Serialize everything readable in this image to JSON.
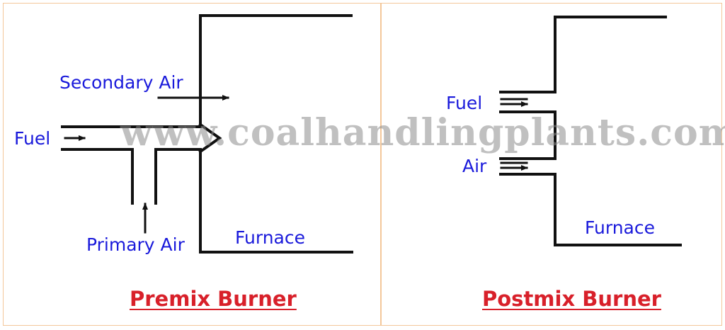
{
  "premix": {
    "label_secondary_air": "Secondary Air",
    "label_fuel": "Fuel",
    "label_primary_air": "Primary Air",
    "label_furnace": "Furnace",
    "caption": "Premix Burner"
  },
  "postmix": {
    "label_fuel": "Fuel",
    "label_air": "Air",
    "label_furnace": "Furnace",
    "caption": "Postmix Burner"
  },
  "watermark": "www.coalhandlingplants.com",
  "colors": {
    "label": "#1a1adb",
    "caption": "#d8202a",
    "border": "#f3c79a",
    "lines": "#111111"
  }
}
